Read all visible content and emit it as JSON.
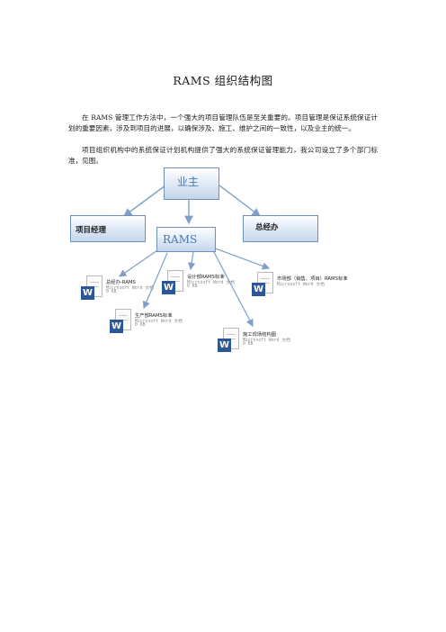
{
  "document": {
    "title": "RAMS 组织结构图",
    "paragraphs": [
      "在 RAMS 管理工作方法中，一个强大的项目管理队伍是至关重要的。项目管理是保证系统保证计划的重要因素，涉及到项目的进展，以确保涉及、施工、维护之间的一致性，以及业主的统一。",
      "项目组织机构中的系统保证计划机构提供了强大的系统保证管理能力，我公司设立了多个部门标准，见图。"
    ]
  },
  "diagram": {
    "nodes": {
      "owner": "业主",
      "project_manager": "项目经理",
      "general_office": "总经办",
      "rams": "RAMS"
    },
    "files": [
      {
        "name": "总经办-RAMS",
        "type": "Microsoft Word 文档",
        "size": "0 KB"
      },
      {
        "name": "设计部RAMS标准",
        "type": "Microsoft Word 文档",
        "size": "0 KB"
      },
      {
        "name": "市场部（销售、项目）RAMS标准",
        "type": "Microsoft Word 文档",
        "size": ""
      },
      {
        "name": "生产部RAMS标准",
        "type": "Microsoft Word 文档",
        "size": "0 KB"
      },
      {
        "name": "施工现场结构图",
        "type": "Microsoft Word 文档",
        "size": "0 KB"
      }
    ],
    "colors": {
      "arrow": "#7f9fc9",
      "node_border": "#6f8fb8",
      "word_icon": "#2b5797"
    },
    "icon": "word-document-icon"
  }
}
